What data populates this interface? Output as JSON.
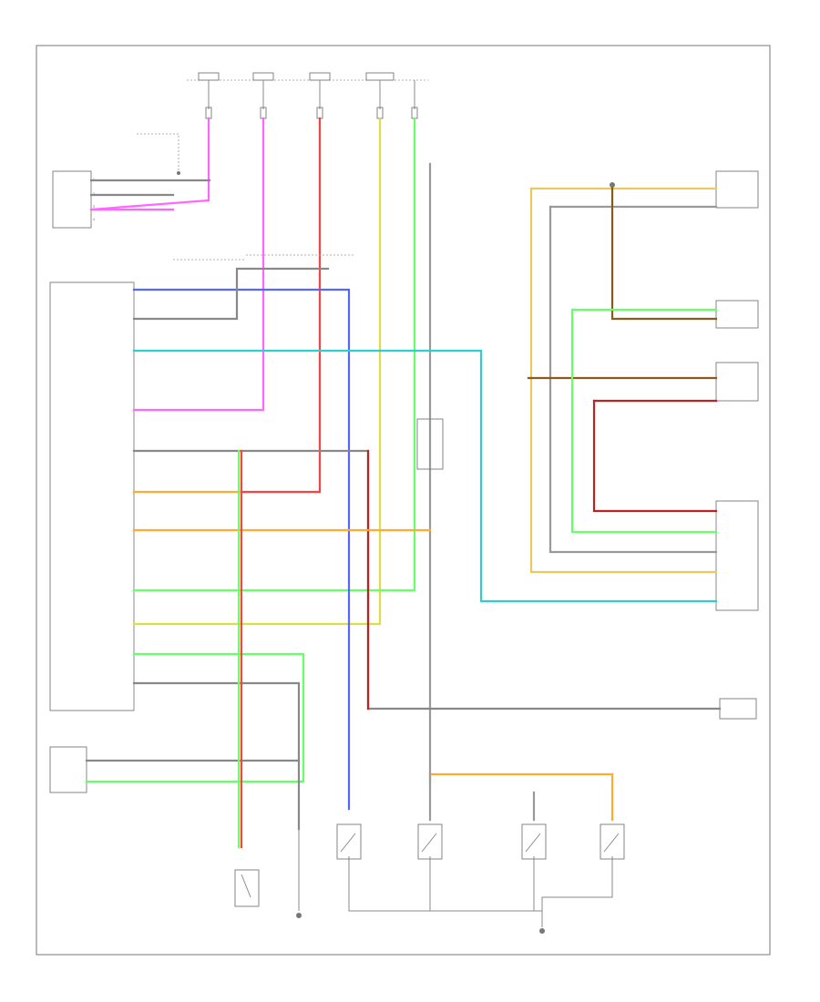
{
  "colors": {
    "pink": "#ff66ff",
    "red": "#ff4040",
    "light_green": "#66ff66",
    "teal": "#33cccc",
    "blue": "#5566ff",
    "orange": "#ffaa33",
    "tan": "#e8c860",
    "yellow": "#dddd44",
    "brown": "#8a5a1a",
    "dark_red": "#bb2222",
    "gray": "#888888"
  },
  "corner_id": "",
  "icons": [
    "ground-symbol",
    "switch-symbol",
    "connector-symbol"
  ]
}
